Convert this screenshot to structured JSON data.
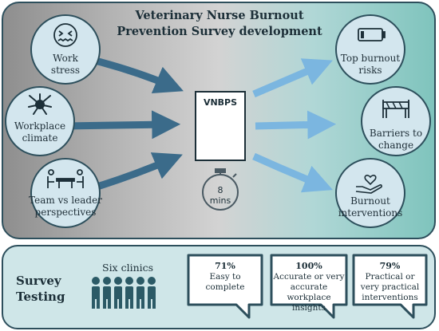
{
  "title": {
    "line1": "Veterinary Nurse Burnout",
    "line2": "Prevention Survey development"
  },
  "inputs": [
    {
      "label_line1": "Work",
      "label_line2": "stress",
      "icon": "stressed-face-icon"
    },
    {
      "label_line1": "Workplace",
      "label_line2": "climate",
      "icon": "team-hands-icon"
    },
    {
      "label_line1": "Team vs leader",
      "label_line2": "perspectives",
      "icon": "meeting-table-icon"
    }
  ],
  "center": {
    "doc_title": "VNBPS",
    "timer_value": "8",
    "timer_unit": "mins"
  },
  "outputs": [
    {
      "label_line1": "Top burnout",
      "label_line2": "risks",
      "icon": "low-battery-icon"
    },
    {
      "label_line1": "Barriers to",
      "label_line2": "change",
      "icon": "barrier-icon"
    },
    {
      "label_line1": "Burnout",
      "label_line2": "interventions",
      "icon": "hand-heart-icon"
    }
  ],
  "testing": {
    "title_line1": "Survey",
    "title_line2": "Testing",
    "clinics_label": "Six clinics",
    "results": [
      {
        "percent": "71%",
        "line1": "Easy to",
        "line2": "complete",
        "line3": ""
      },
      {
        "percent": "100%",
        "line1": "Accurate or very",
        "line2": "accurate",
        "line3": "workplace insights"
      },
      {
        "percent": "79%",
        "line1": "Practical or",
        "line2": "very practical",
        "line3": "interventions"
      }
    ]
  },
  "colors": {
    "border": "#2d4f5c",
    "arrow_left": "#3b6b8a",
    "arrow_right": "#7bb6e0",
    "circle_fill": "#d3e6ee",
    "bottom_fill": "#cfe6e8"
  }
}
